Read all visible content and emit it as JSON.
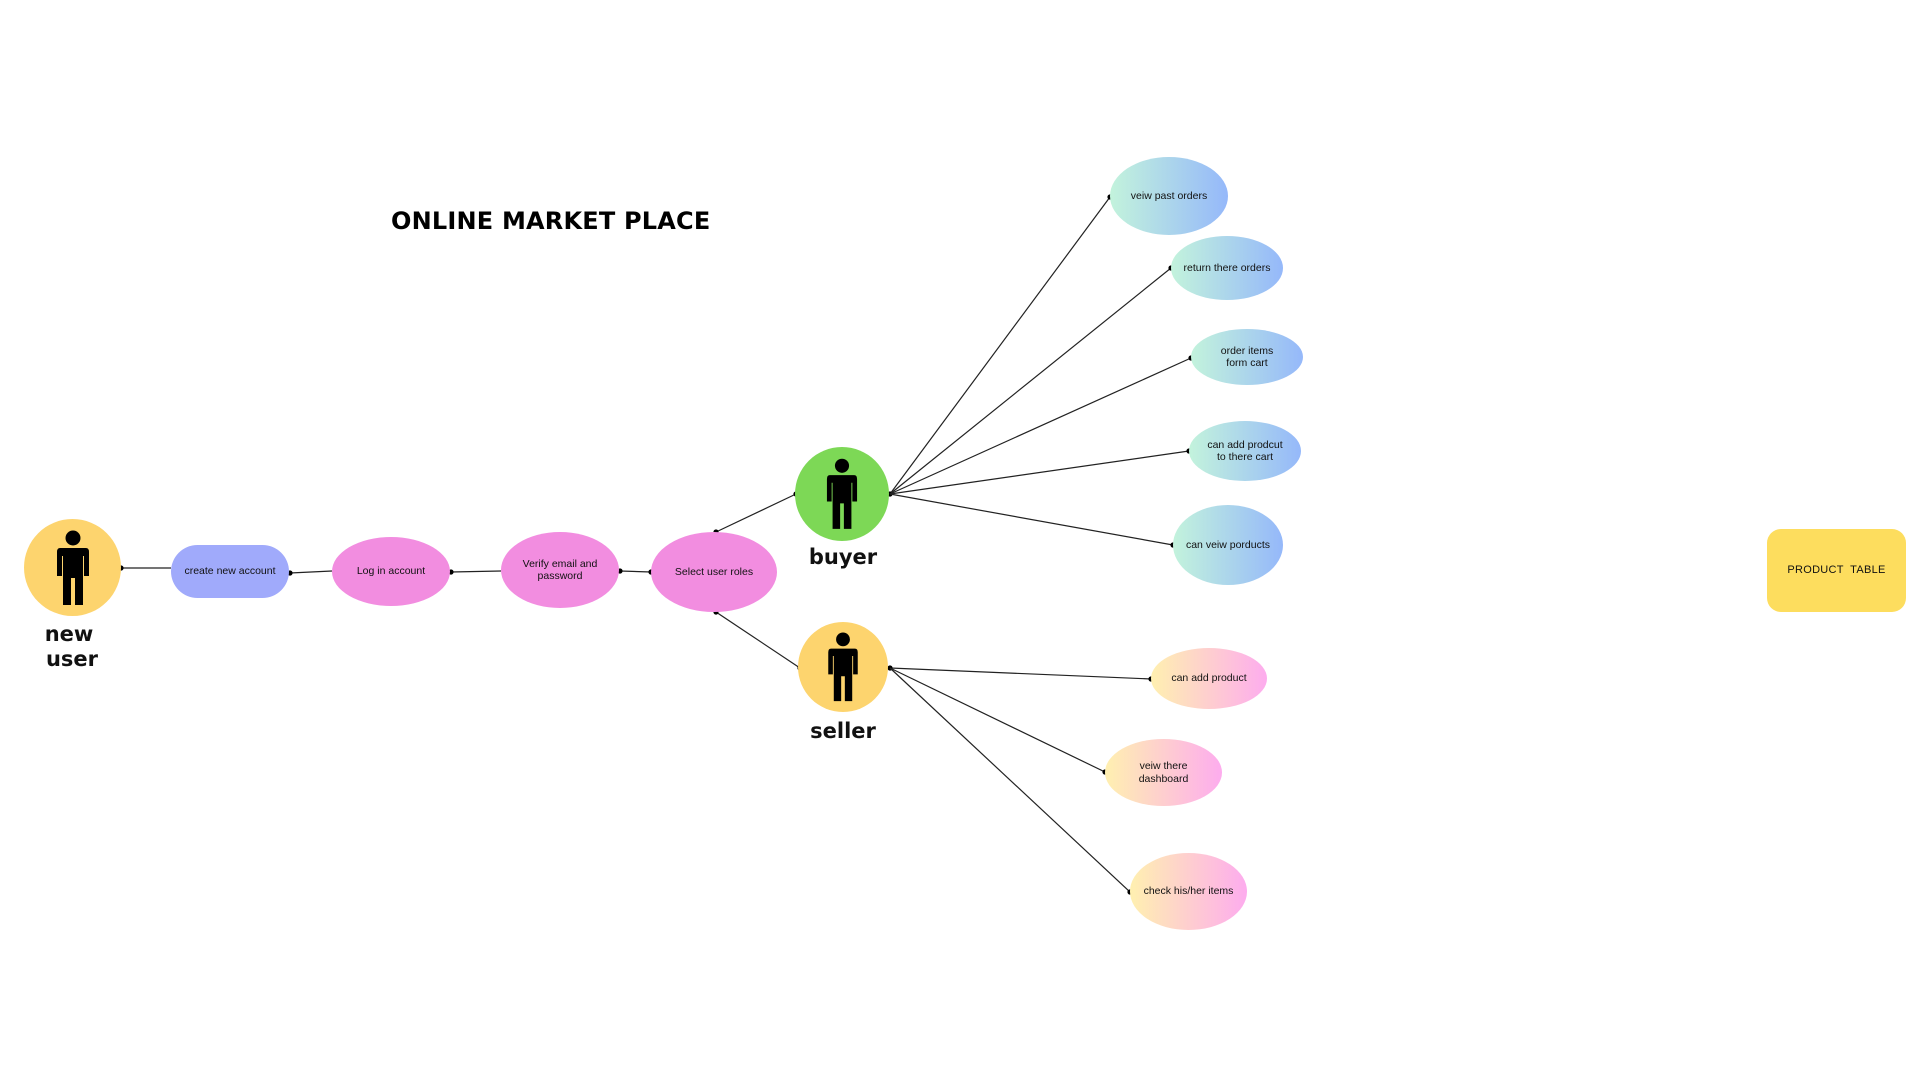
{
  "title": "ONLINE MARKET PLACE",
  "colors": {
    "actor_yellow": "#fdd46e",
    "actor_green": "#7dd856",
    "pill_blue": "#a0aafb",
    "node_pink": "#f28de0",
    "buyer_grad_from": "#c3f3dc",
    "buyer_grad_to": "#95b8fa",
    "seller_grad_from": "#fff0b0",
    "seller_grad_to": "#fdacee",
    "product_table": "#fddd5e"
  },
  "actors": {
    "new_user": {
      "label_line1": "new",
      "label_line2": "user",
      "icon": "person-icon"
    },
    "buyer": {
      "label": "buyer",
      "icon": "person-icon"
    },
    "seller": {
      "label": "seller",
      "icon": "person-icon"
    }
  },
  "flow": {
    "create_account": "create new account",
    "log_in": "Log in account",
    "verify": "Verify email and password",
    "select_role": "Select user roles"
  },
  "buyer_actions": [
    "veiw past orders",
    "return there orders",
    "order items form cart",
    "can add prodcut to there cart",
    "can veiw porducts"
  ],
  "seller_actions": [
    "can add product",
    "veiw there dashboard",
    "check his/her items"
  ],
  "product_table": "PRODUCT  TABLE"
}
